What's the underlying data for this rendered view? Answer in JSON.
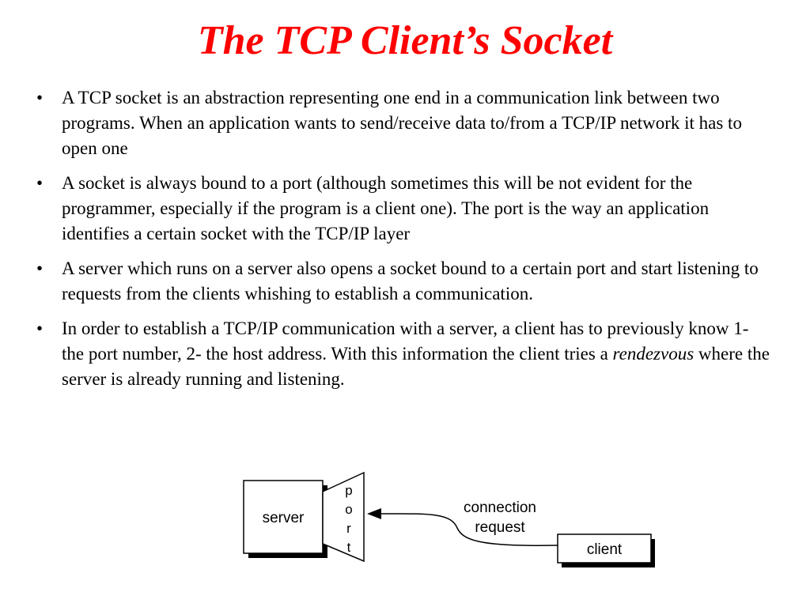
{
  "slide": {
    "title": "The TCP Client’s Socket",
    "bullets": [
      {
        "text": "A TCP socket is an abstraction representing one end in a communication link between two programs. When an application wants to send/receive data to/from a TCP/IP network it has to open one"
      },
      {
        "text": "A socket is always bound to a port (although sometimes this will be not evident for the programmer, especially if the program is a client one). The port is the way an application identifies a certain socket with the TCP/IP layer"
      },
      {
        "text": "A server which runs on a server also opens a socket bound to a certain port and start listening to requests from the clients whishing to establish a communication."
      },
      {
        "text_before": "In order to establish a TCP/IP communication with a server, a client has to previously know 1- the port number, 2- the host address. With this information the client tries a ",
        "emphasis": "rendezvous",
        "text_after": " where the server is already running and listening."
      }
    ],
    "bullet_glyph": "•"
  },
  "diagram": {
    "server_label": "server",
    "port_letters": [
      "p",
      "o",
      "r",
      "t"
    ],
    "connection_label_line1": "connection",
    "connection_label_line2": "request",
    "client_label": "client"
  },
  "colors": {
    "title": "#ff0000",
    "text": "#000000",
    "background": "#ffffff"
  }
}
